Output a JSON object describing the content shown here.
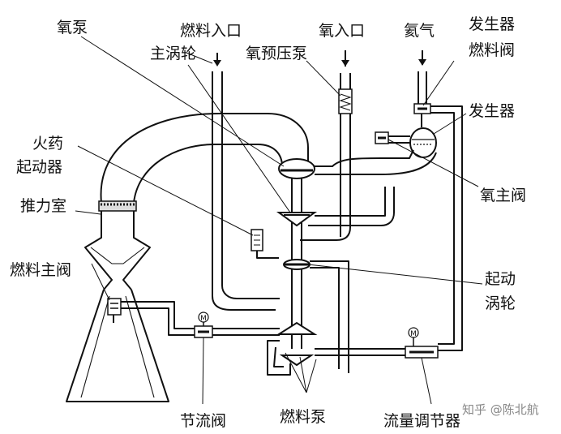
{
  "labels": {
    "fuel_inlet": "燃料入口",
    "oxidizer_inlet": "氧入口",
    "helium": "氦气",
    "generator_fuel_valve_line1": "发生器",
    "generator_fuel_valve_line2": "燃料阀",
    "oxygen_pump": "氧泵",
    "main_turbine": "主涡轮",
    "oxygen_prepressure_pump": "氧预压泵",
    "gas_generator": "发生器",
    "gunpowder_starter_line1": "火药",
    "gunpowder_starter_line2": "起动器",
    "thrust_chamber": "推力室",
    "oxygen_main_valve": "氧主阀",
    "fuel_main_valve": "燃料主阀",
    "starter_turbine_line1": "起动",
    "starter_turbine_line2": "涡轮",
    "throttle_valve": "节流阀",
    "fuel_pump": "燃料泵",
    "flow_regulator": "流量调节器",
    "motor_symbol": "M"
  },
  "watermark": "知乎 @陈北航"
}
